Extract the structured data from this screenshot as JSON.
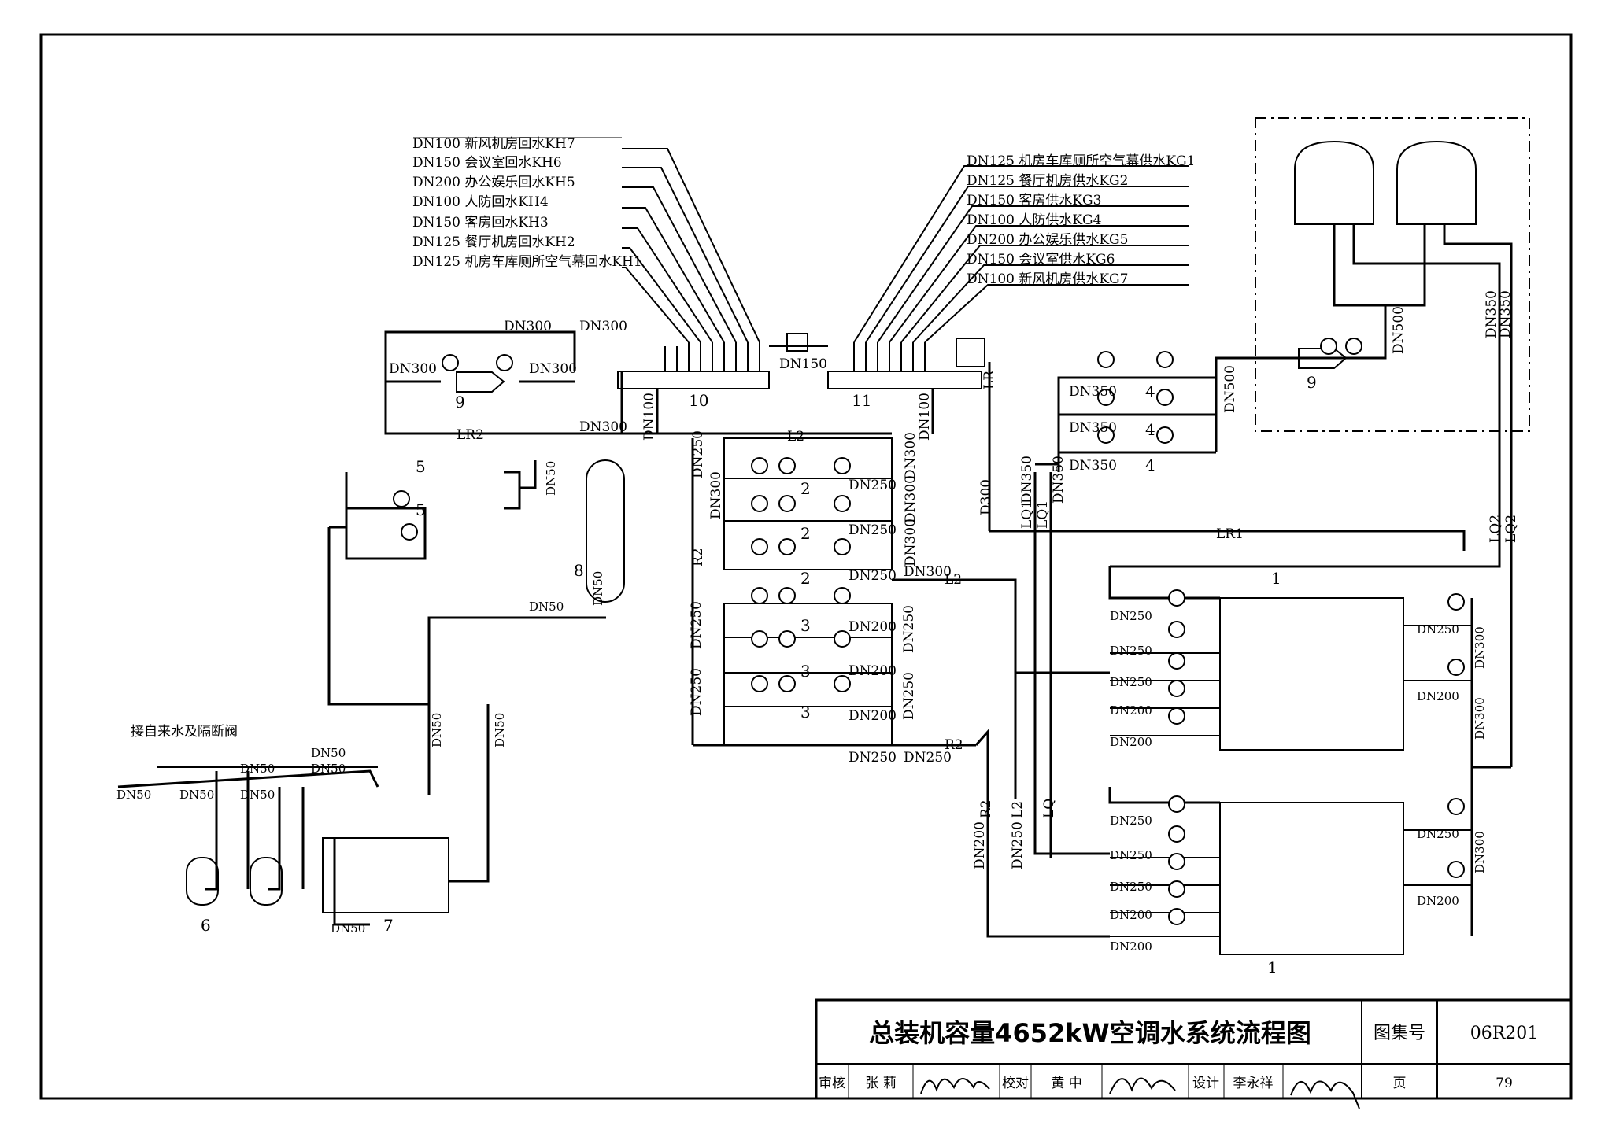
{
  "return_branches": [
    "DN100 新风机房回水KH7",
    "DN150 会议室回水KH6",
    "DN200 办公娱乐回水KH5",
    "DN100 人防回水KH4",
    "DN150 客房回水KH3",
    "DN125 餐厅机房回水KH2",
    "DN125 机房车库厕所空气幕回水KH1"
  ],
  "supply_branches": [
    "DN125 机房车库厕所空气幕供水KG1",
    "DN125 餐厅机房供水KG2",
    "DN150 客房供水KG3",
    "DN100 人防供水KG4",
    "DN200 办公娱乐供水KG5",
    "DN150 会议室供水KG6",
    "DN100 新风机房供水KG7"
  ],
  "pipe_labels": {
    "dn300_a": "DN300",
    "dn300_b": "DN300",
    "dn300_c": "DN300",
    "dn300_d": "DN300",
    "dn300_e": "DN300",
    "dn150": "DN150",
    "dn100_a": "DN100",
    "dn100_b": "DN100",
    "lr2": "LR2",
    "lr1": "LR1",
    "lr": "LR",
    "l2_top": "L2",
    "l2_mid": "L2",
    "l2_low": "L2",
    "r2_left": "R2",
    "r2_right": "R2",
    "r2_low": "R2",
    "d300": "D300",
    "lq1_a": "LQ1",
    "lq1_b": "LQ1",
    "lq_low": "LQ",
    "lq2_a": "LQ2",
    "lq2_b": "LQ2",
    "dn350_a": "DN350",
    "dn350_b": "DN350",
    "dn350_c": "DN350",
    "dn350_v1": "DN350",
    "dn350_v2": "DN350",
    "dn350_t1": "DN350",
    "dn350_t2": "DN350",
    "dn500_a": "DN500",
    "dn500_b": "DN500",
    "dn250_col1": "DN250",
    "dn250_col2": "DN250",
    "dn250_col3": "DN250",
    "dn300_col1": "DN300",
    "dn300_col2": "DN300",
    "dn300_col3": "DN300",
    "dn300_col4": "DN300",
    "dn250_r1": "DN250",
    "dn250_r2": "DN250",
    "dn250_r3": "DN250",
    "dn200_r1": "DN200",
    "dn200_r2": "DN200",
    "dn200_r3": "DN200",
    "dn250_bot_a": "DN250",
    "dn250_bot_b": "DN250",
    "dn250_v1": "DN250",
    "dn250_v2": "DN250",
    "dn250_v3": "DN250",
    "dn250_v4": "DN250",
    "dn50_a": "DN50",
    "dn50_b": "DN50",
    "dn50_c": "DN50",
    "dn50_d": "DN50",
    "dn50_e": "DN50",
    "dn50_f": "DN50",
    "dn50_g": "DN50",
    "dn50_h": "DN50",
    "dn50_i": "DN50",
    "dn50_j": "DN50",
    "dn50_k": "DN50",
    "dn200_low": "DN200",
    "dn250_low": "DN250",
    "ch1_a": "DN250",
    "ch1_b": "DN250",
    "ch1_c": "DN250",
    "ch1_d": "DN200",
    "ch1_e": "DN200",
    "ch1_f": "DN250",
    "ch1_g": "DN200",
    "ch1_h": "DN300",
    "ch1_i": "DN300",
    "ch2_a": "DN250",
    "ch2_b": "DN250",
    "ch2_c": "DN250",
    "ch2_d": "DN200",
    "ch2_e": "DN200",
    "ch2_f": "DN250",
    "ch2_g": "DN200",
    "ch2_h": "DN300",
    "city_water": "接自来水及隔断阀"
  },
  "callouts": [
    "1",
    "1",
    "2",
    "2",
    "2",
    "3",
    "3",
    "3",
    "4",
    "4",
    "4",
    "5",
    "5",
    "6",
    "7",
    "8",
    "9",
    "9",
    "10",
    "11"
  ],
  "title_block": {
    "title": "总装机容量4652kW空调水系统流程图",
    "atlas_label": "图集号",
    "atlas_no": "06R201",
    "review_label": "审核",
    "reviewer": "张 莉",
    "check_label": "校对",
    "checker": "黄 中",
    "design_label": "设计",
    "designer": "李永祥",
    "page_label": "页",
    "page_no": "79"
  }
}
